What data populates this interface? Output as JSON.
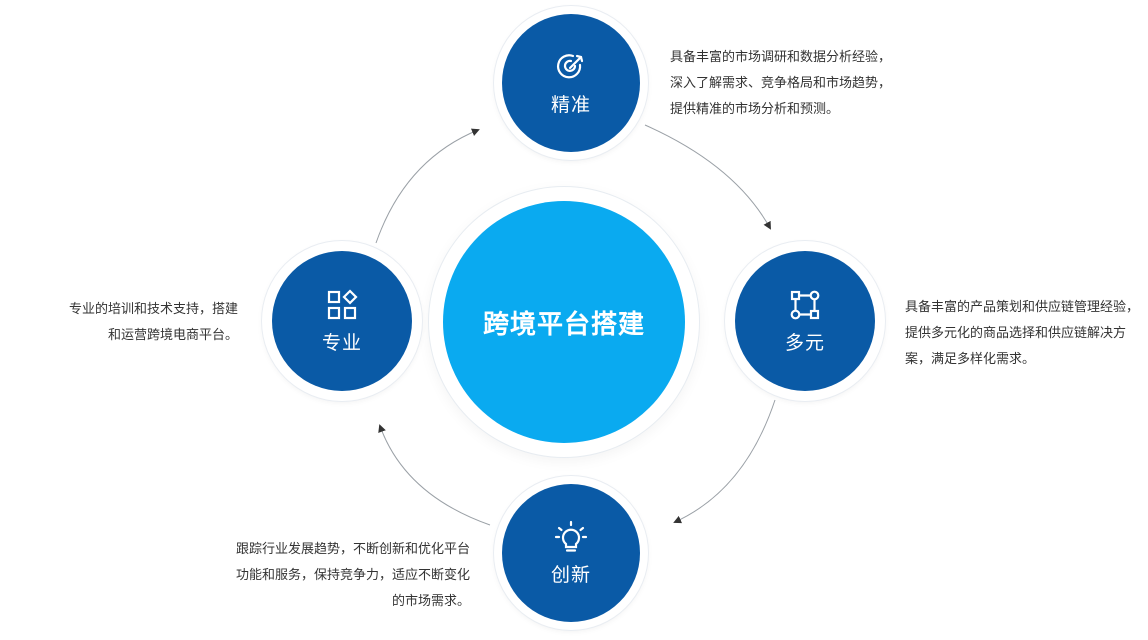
{
  "center": {
    "title": "跨境平台搭建"
  },
  "nodes": {
    "top": {
      "label": "精准",
      "desc": "具备丰富的市场调研和数据分析经验，\n深入了解需求、竞争格局和市场趋势，\n提供精准的市场分析和预测。"
    },
    "right": {
      "label": "多元",
      "desc": "具备丰富的产品策划和供应链管理经验，\n提供多元化的商品选择和供应链解决方\n案，满足多样化需求。"
    },
    "bottom": {
      "label": "创新",
      "desc": "跟踪行业发展趋势，不断创新和优化平台\n功能和服务，保持竞争力，适应不断变化\n的市场需求。"
    },
    "left": {
      "label": "专业",
      "desc": "专业的培训和技术支持，搭建\n和运营跨境电商平台。"
    }
  },
  "icons": {
    "top": "target-icon",
    "right": "nodes-square-icon",
    "bottom": "lightbulb-icon",
    "left": "grid-shapes-icon"
  },
  "colors": {
    "node": "#0a5aa6",
    "center": "#0aaaf0",
    "arc": "#9aa0a6",
    "text": "#333333"
  }
}
